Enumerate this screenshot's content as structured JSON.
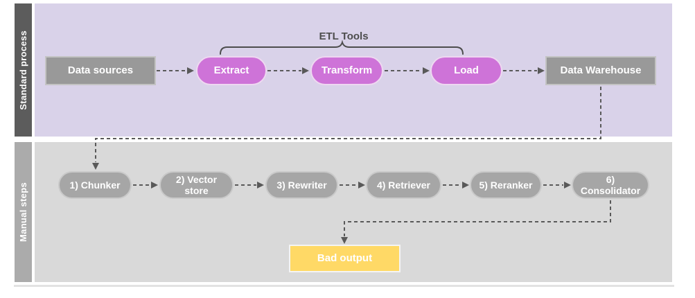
{
  "diagram": {
    "lanes": [
      {
        "id": "standard-process",
        "label": "Standard process"
      },
      {
        "id": "manual-steps",
        "label": "Manual steps"
      }
    ],
    "annotation": {
      "etl_tools_label": "ETL Tools",
      "etl_tools_covers": [
        "Extract",
        "Transform",
        "Load"
      ]
    },
    "nodes": {
      "data_sources": {
        "label": "Data sources",
        "shape": "rectangle",
        "lane": "Standard process"
      },
      "extract": {
        "label": "Extract",
        "shape": "pill",
        "lane": "Standard process"
      },
      "transform": {
        "label": "Transform",
        "shape": "pill",
        "lane": "Standard process"
      },
      "load": {
        "label": "Load",
        "shape": "pill",
        "lane": "Standard process"
      },
      "data_warehouse": {
        "label": "Data Warehouse",
        "shape": "rectangle",
        "lane": "Standard process"
      },
      "chunker": {
        "label": "1) Chunker",
        "shape": "pill",
        "lane": "Manual steps"
      },
      "vector_store": {
        "label": "2) Vector store",
        "shape": "pill",
        "lane": "Manual steps"
      },
      "rewriter": {
        "label": "3) Rewriter",
        "shape": "pill",
        "lane": "Manual steps"
      },
      "retriever": {
        "label": "4) Retriever",
        "shape": "pill",
        "lane": "Manual steps"
      },
      "reranker": {
        "label": "5) Reranker",
        "shape": "pill",
        "lane": "Manual steps"
      },
      "consolidator": {
        "label": "6) Consolidator",
        "shape": "pill",
        "lane": "Manual steps"
      },
      "bad_output": {
        "label": "Bad output",
        "shape": "rectangle",
        "lane": "Manual steps"
      }
    },
    "edges": [
      {
        "from": "Data sources",
        "to": "Extract",
        "style": "dashed-arrow"
      },
      {
        "from": "Extract",
        "to": "Transform",
        "style": "dashed-arrow"
      },
      {
        "from": "Transform",
        "to": "Load",
        "style": "dashed-arrow"
      },
      {
        "from": "Load",
        "to": "Data Warehouse",
        "style": "dashed-arrow"
      },
      {
        "from": "Data Warehouse",
        "to": "1) Chunker",
        "style": "dashed-arrow"
      },
      {
        "from": "1) Chunker",
        "to": "2) Vector store",
        "style": "dashed-arrow"
      },
      {
        "from": "2) Vector store",
        "to": "3) Rewriter",
        "style": "dashed-arrow"
      },
      {
        "from": "3) Rewriter",
        "to": "4) Retriever",
        "style": "dashed-arrow"
      },
      {
        "from": "4) Retriever",
        "to": "5) Reranker",
        "style": "dashed-arrow"
      },
      {
        "from": "5) Reranker",
        "to": "6) Consolidator",
        "style": "dashed-arrow"
      },
      {
        "from": "6) Consolidator",
        "to": "Bad output",
        "style": "dashed-arrow"
      }
    ]
  },
  "colors": {
    "lane_standard_bg": "#D9D2E9",
    "lane_standard_bar": "#5C5C5C",
    "lane_manual_bg": "#D9D9D9",
    "lane_manual_bar": "#ABABAB",
    "node_gray": "#999999",
    "pill_purple": "#CE73D8",
    "pill_gray": "#A6A6A6",
    "node_yellow": "#FFD966",
    "edge_color": "#595959",
    "annotation_text": "#4D4D4D"
  }
}
